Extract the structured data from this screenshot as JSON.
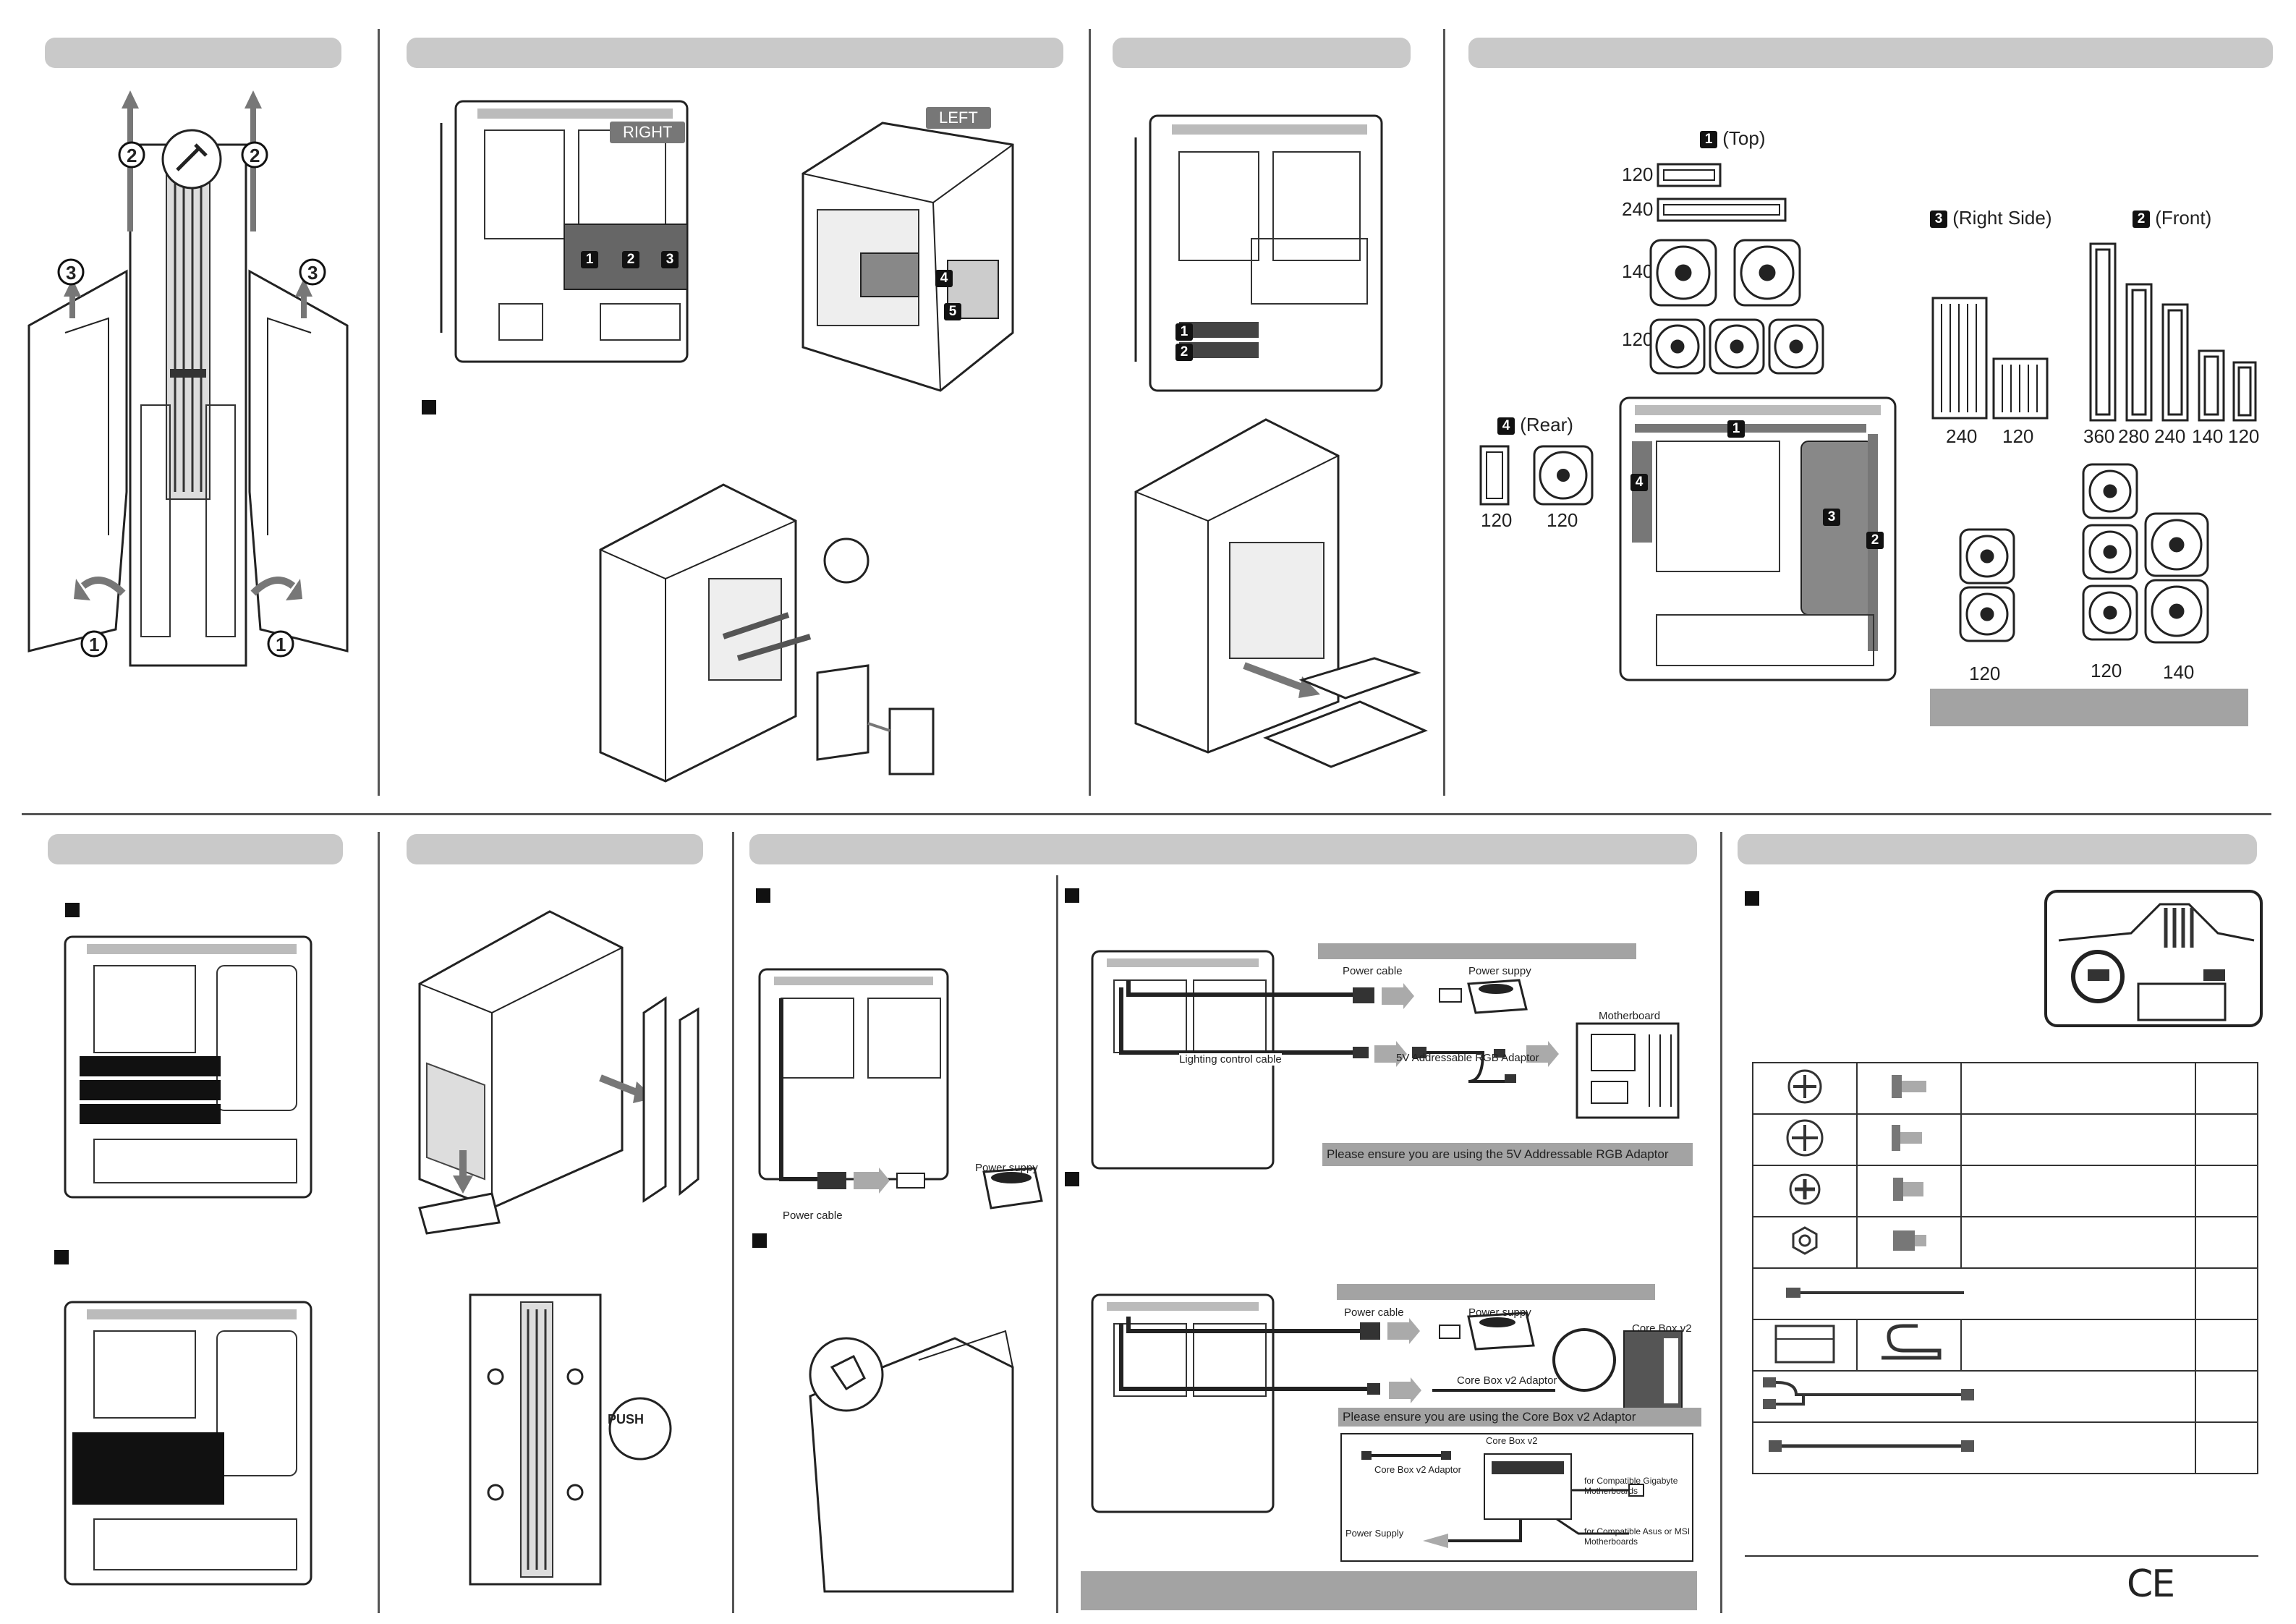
{
  "panel_right_label": "RIGHT",
  "panel_left_label": "LEFT",
  "step_numbers": {
    "one": "1",
    "two": "2",
    "three": "3",
    "four": "4",
    "five": "5"
  },
  "radiator": {
    "top_title": "(Top)",
    "right_side_title": "(Right Side)",
    "front_title": "(Front)",
    "rear_title": "(Rear)",
    "top_sizes": [
      "120",
      "240",
      "140",
      "120"
    ],
    "right_side_sizes": [
      "240",
      "120"
    ],
    "front_sizes": [
      "360",
      "280",
      "240",
      "140",
      "120"
    ],
    "rear_sizes": [
      "120",
      "120"
    ],
    "right_side_fan_size": "120",
    "front_fan_sizes": [
      "120",
      "140"
    ]
  },
  "wiring": {
    "power_cable": "Power cable",
    "power_supply": "Power suppy",
    "motherboard": "Motherboard",
    "lighting_control_cable": "Lighting control cable",
    "adaptor_5v": "5V Addressable RGB Adaptor",
    "note_5v": "Please ensure you are using the 5V Addressable RGB Adaptor",
    "core_box": "Core Box v2",
    "core_box_adaptor": "Core Box v2 Adaptor",
    "note_core_box": "Please ensure you are using the Core Box v2 Adaptor",
    "power_supply_full": "Power Supply",
    "gigabyte": "for Compatible Gigabyte Motherboards",
    "asus_msi": "for Compatible Asus or MSI Motherboards"
  },
  "push_label": "PUSH",
  "ce_mark": "CE",
  "colors": {
    "header": "#c9c9c9",
    "note_bar": "#a3a3a3",
    "line": "#555555"
  }
}
